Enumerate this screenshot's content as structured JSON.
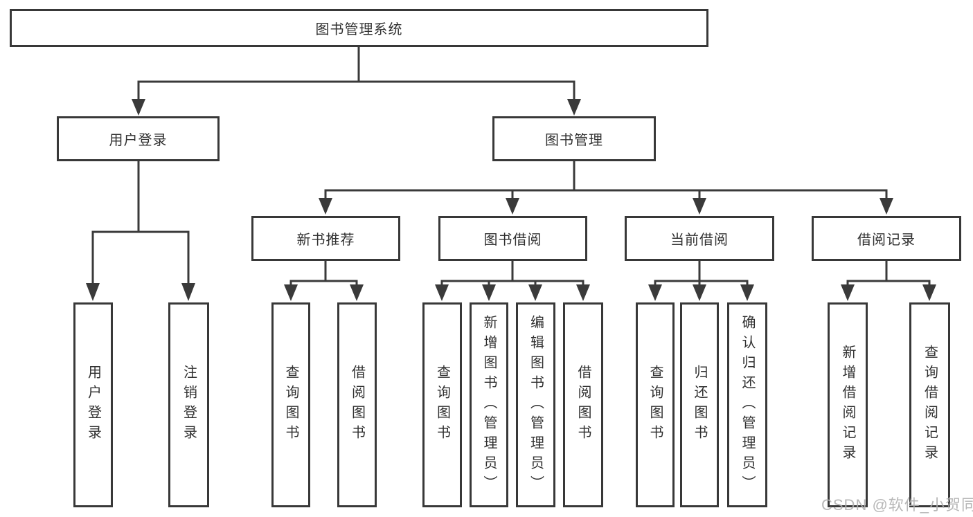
{
  "tree": {
    "label": "图书管理系统",
    "children": [
      {
        "label": "用户登录",
        "children": [
          {
            "label": "用户登录"
          },
          {
            "label": "注销登录"
          }
        ]
      },
      {
        "label": "图书管理",
        "children": [
          {
            "label": "新书推荐",
            "children": [
              {
                "label": "查询图书"
              },
              {
                "label": "借阅图书"
              }
            ]
          },
          {
            "label": "图书借阅",
            "children": [
              {
                "label": "查询图书"
              },
              {
                "label": "新增图书（管理员）"
              },
              {
                "label": "编辑图书（管理员）"
              },
              {
                "label": "借阅图书"
              }
            ]
          },
          {
            "label": "当前借阅",
            "children": [
              {
                "label": "查询图书"
              },
              {
                "label": "归还图书"
              },
              {
                "label": "确认归还（管理员）"
              }
            ]
          },
          {
            "label": "借阅记录",
            "children": [
              {
                "label": "新增借阅记录"
              },
              {
                "label": "查询借阅记录"
              }
            ]
          }
        ]
      }
    ]
  },
  "watermark": "CSDN @软件_小贺同学",
  "colors": {
    "background": "#ffffff",
    "line": "#3a3a3a",
    "box_border": "#383838",
    "text": "#303030",
    "watermark": "#b0b0b0"
  }
}
